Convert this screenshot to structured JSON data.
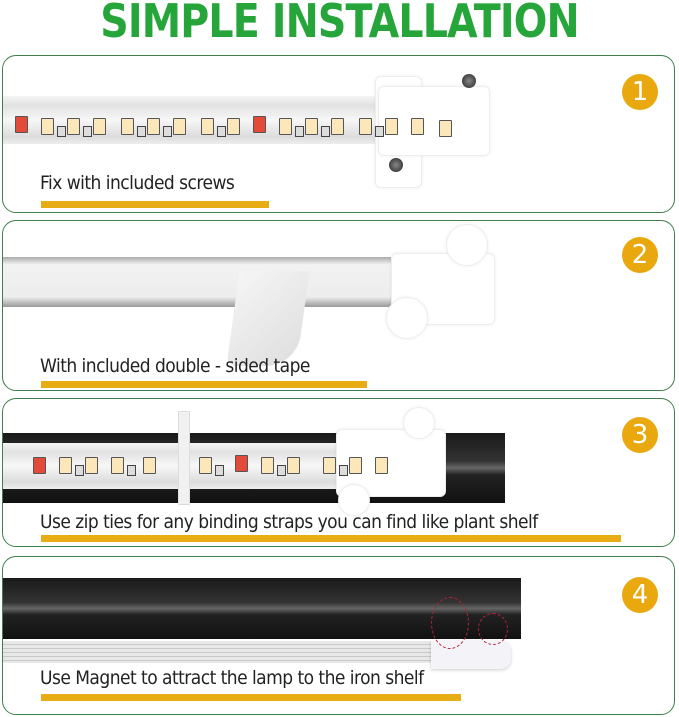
{
  "header": {
    "title": "SIMPLE INSTALLATION"
  },
  "colors": {
    "title_green": "#26a53a",
    "accent_gold": "#e8a80e",
    "panel_border": "#3f7f4a"
  },
  "steps": [
    {
      "number": "1",
      "caption": "Fix with included screws",
      "image": "led-strip-with-screw-clips"
    },
    {
      "number": "2",
      "caption": "With included double - sided tape",
      "image": "aluminum-channel-with-tape"
    },
    {
      "number": "3",
      "caption": "Use zip ties for any binding straps you can find like plant shelf",
      "image": "led-strip-zip-tied-to-bar"
    },
    {
      "number": "4",
      "caption": "Use Magnet  to attract the lamp to the iron shelf",
      "image": "lamp-attached-by-magnet"
    }
  ]
}
